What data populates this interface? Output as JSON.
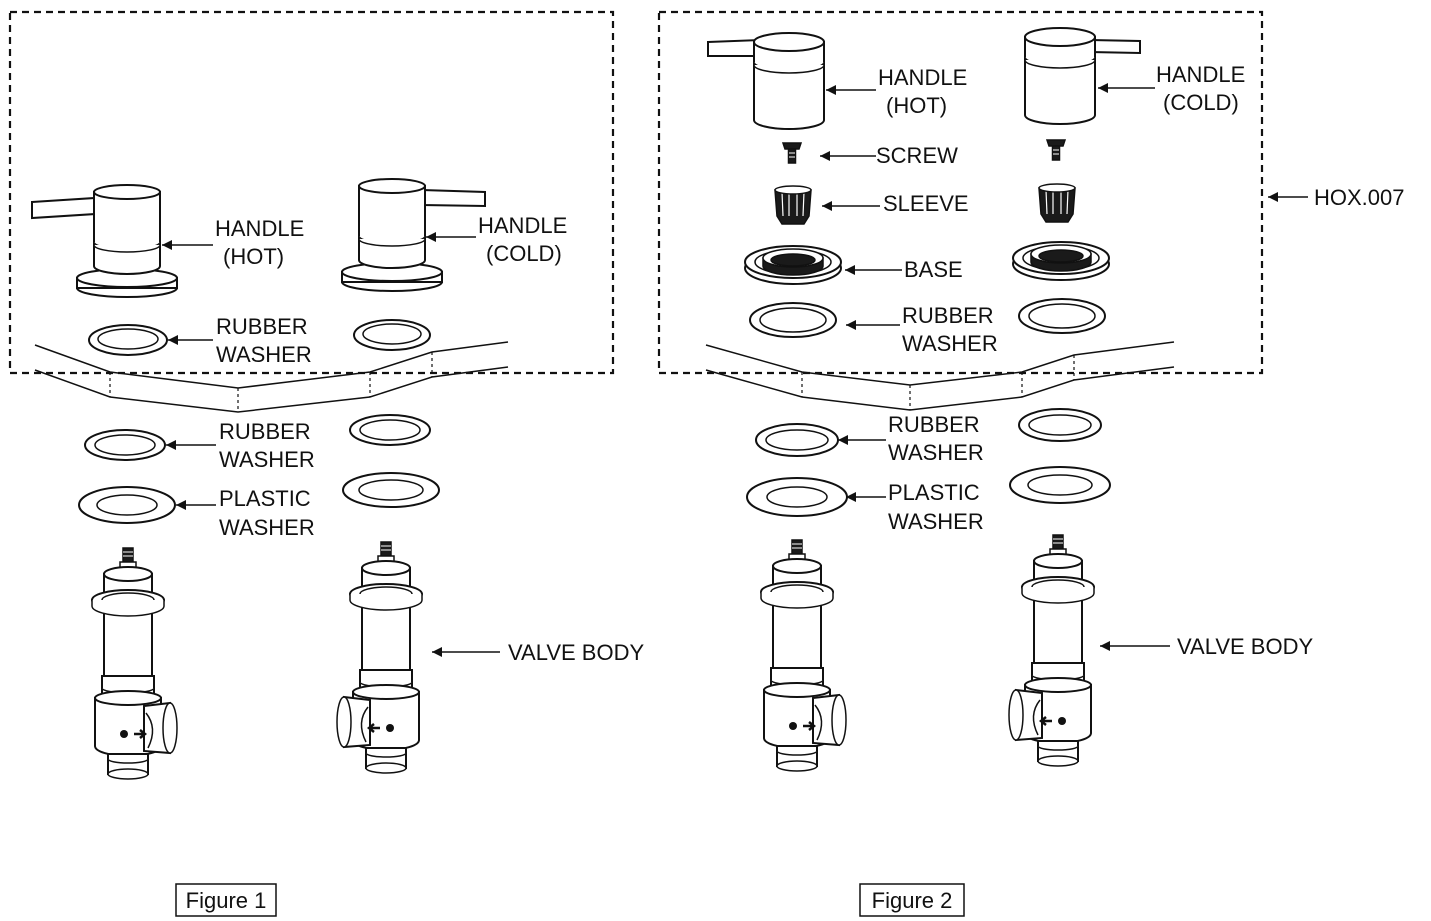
{
  "figure1": {
    "caption": "Figure 1",
    "labels": {
      "handle_hot": [
        "HANDLE",
        "(HOT)"
      ],
      "handle_cold": [
        "HANDLE",
        "(COLD)"
      ],
      "rubber_washer_top": [
        "RUBBER",
        "WASHER"
      ],
      "rubber_washer_bottom": [
        "RUBBER",
        "WASHER"
      ],
      "plastic_washer": [
        "PLASTIC",
        "WASHER"
      ],
      "valve_body": "VALVE BODY"
    }
  },
  "figure2": {
    "caption": "Figure 2",
    "labels": {
      "handle_hot": [
        "HANDLE",
        "(HOT)"
      ],
      "handle_cold": [
        "HANDLE",
        "(COLD)"
      ],
      "screw": "SCREW",
      "sleeve": "SLEEVE",
      "base": "BASE",
      "rubber_washer_top": [
        "RUBBER",
        "WASHER"
      ],
      "rubber_washer_bottom": [
        "RUBBER",
        "WASHER"
      ],
      "plastic_washer": [
        "PLASTIC",
        "WASHER"
      ],
      "valve_body": "VALVE BODY",
      "kit_code": "HOX.007"
    }
  }
}
